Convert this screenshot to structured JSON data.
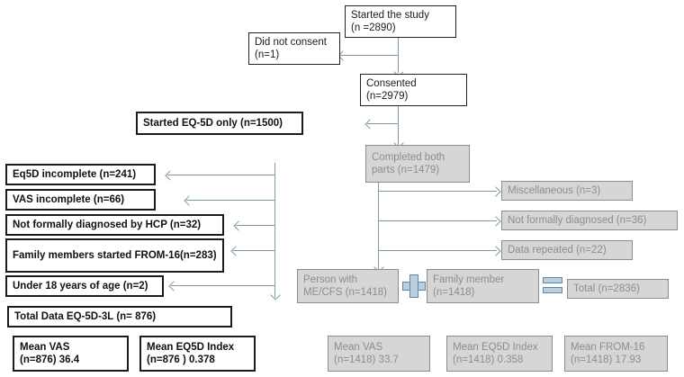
{
  "diagram": {
    "title": "EQ-5D / FROM-16 study participant flow",
    "colors": {
      "connector": "#7d9aa6",
      "muted_fill": "#d6d6d6",
      "muted_text": "#8d8d8d",
      "muted_border": "#8c8c8c",
      "box_border": "#212121",
      "operator_fill": "#b9cfe0",
      "operator_border": "#5f87a8"
    },
    "nodes": {
      "started_study": "Started the study\n(n =2890)",
      "did_not_consent": "Did not consent\n(n=1)",
      "consented": "Consented\n(n=2979)",
      "started_eq5d_only": "Started EQ-5D only (n=1500)",
      "completed_both": "Completed both\nparts (n=1479)",
      "eq5d_incomplete": "Eq5D incomplete (n=241)",
      "vas_incomplete": "VAS incomplete (n=66)",
      "not_formally_diagnosed_hcp": "Not formally diagnosed by HCP (n=32)",
      "family_members_from16": "Family members started FROM-16(n=283)",
      "under_18": "Under 18 years of age (n=2)",
      "total_data_eq5d3l": "Total Data EQ-5D-3L (n= 876)",
      "miscellaneous": "Miscellaneous (n=3)",
      "not_formally_diagnosed": "Not formally diagnosed (n=36)",
      "data_repeated": "Data repeated  (n=22)",
      "person_with_mecfs": "Person with\nME/CFS (n=1418)",
      "family_member": "Family member\n(n=1418)",
      "total_2836": "Total (n=2836)",
      "mean_vas_876": "Mean VAS\n(n=876) 36.4",
      "mean_eq5d_index_876": "Mean EQ5D Index\n(n=876 ) 0.378",
      "mean_vas_1418": "Mean VAS\n(n=1418) 33.7",
      "mean_eq5d_index_1418": "Mean EQ5D Index\n(n=1418) 0.358",
      "mean_from16_1418": "Mean FROM-16\n(n=1418) 17.93"
    },
    "operators": {
      "plus": "plus-sign",
      "equals": "equals-sign"
    }
  }
}
